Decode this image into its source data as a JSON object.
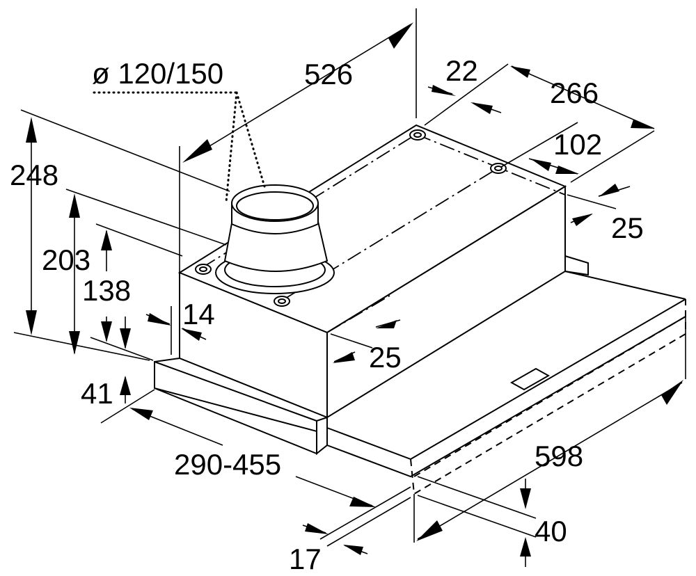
{
  "labels": {
    "diameter": "ø 120/150",
    "dim_526": "526",
    "dim_22": "22",
    "dim_266": "266",
    "dim_102": "102",
    "dim_25_top": "25",
    "dim_248": "248",
    "dim_203": "203",
    "dim_138": "138",
    "dim_14": "14",
    "dim_25_mid": "25",
    "dim_41": "41",
    "dim_290_455": "290-455",
    "dim_598": "598",
    "dim_40": "40",
    "dim_17": "17"
  }
}
